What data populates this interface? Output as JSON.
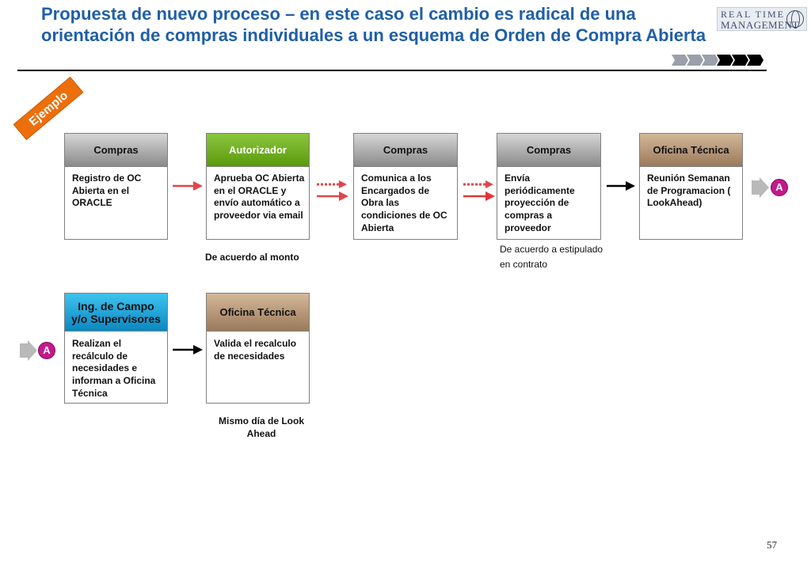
{
  "slide": {
    "title": "Propuesta de nuevo proceso – en este caso el cambio es radical de una orientación de compras individuales a un esquema de Orden de Compra Abierta",
    "logo": {
      "line1": "REAL TIME",
      "line2": "MANAGEMENT"
    },
    "tag": "Ejemplo",
    "page_number": "57"
  },
  "row1": [
    {
      "header": "Compras",
      "body": "Registro de OC Abierta en el ORACLE"
    },
    {
      "header": "Autorizador",
      "body": "Aprueba OC Abierta en el ORACLE y envío automático a proveedor via email"
    },
    {
      "header": "Compras",
      "body": "Comunica a los Encargados de Obra las condiciones de OC Abierta"
    },
    {
      "header": "Compras",
      "body": "Envía periódicamente proyección de compras a proveedor"
    },
    {
      "header": "Oficina Técnica",
      "body": "Reunión Semanan de Programacion ( LookAhead)"
    }
  ],
  "row2": [
    {
      "header": "Ing. de Campo y/o Supervisores",
      "body": "Realizan el recálculo de necesidades e informan a Oficina Técnica"
    },
    {
      "header": "Oficina Técnica",
      "body": "Valida el recalculo de necesidades"
    }
  ],
  "notes": {
    "monto": "De acuerdo al monto",
    "estipulado_1": "De acuerdo a estipulado",
    "estipulado_2": "en contrato",
    "mismo_dia": "Mismo día de Look Ahead"
  },
  "connectors": {
    "out_label": "A",
    "in_label": "A"
  },
  "colors": {
    "title": "#1f5fa6",
    "tag": "#ec6f0b",
    "header_gray": "#8a8a8a",
    "header_green": "#5a9a0c",
    "header_tan": "#9b7a5b",
    "header_blue": "#0a88c2",
    "arrow_red": "#e0454a",
    "arrow_black": "#000000",
    "badge": "#c21a8c"
  }
}
